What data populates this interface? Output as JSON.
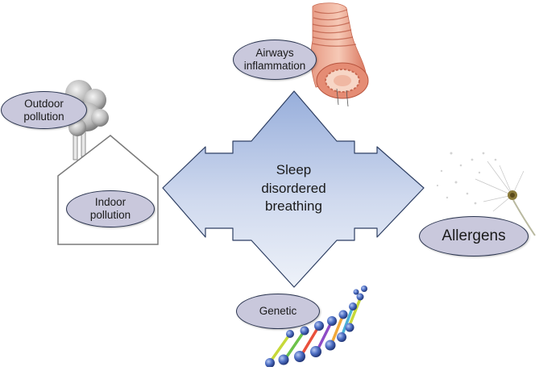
{
  "center": {
    "line1": "Sleep",
    "line2": "disordered",
    "line3": "breathing"
  },
  "factors": {
    "airways": {
      "line1": "Airways",
      "line2": "inflammation",
      "icon": "airway-tube-icon"
    },
    "outdoor": {
      "line1": "Outdoor",
      "line2": "pollution",
      "icon": "smoke-cloud-icon"
    },
    "indoor": {
      "line1": "Indoor",
      "line2": "pollution",
      "icon": "house-icon"
    },
    "allergens": {
      "label": "Allergens",
      "icon": "dandelion-icon"
    },
    "genetic": {
      "label": "Genetic",
      "icon": "dna-helix-icon"
    }
  },
  "colors": {
    "arrow_top": "#9fb4d9",
    "arrow_bottom": "#e4eaf5",
    "arrow_stroke": "#2e3f63",
    "oval_fill": "#c9c8dc",
    "oval_stroke": "#2b3550"
  }
}
